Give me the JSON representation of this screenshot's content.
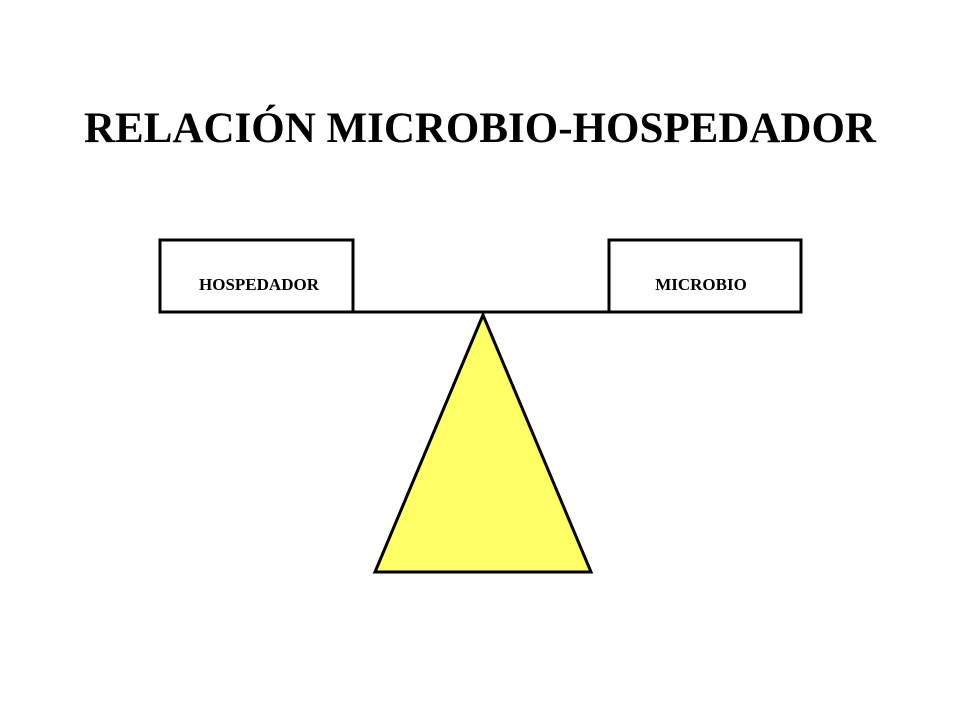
{
  "slide": {
    "title": "RELACIÓN MICROBIO-HOSPEDADOR"
  },
  "diagram": {
    "left_box": {
      "label": "HOSPEDADOR"
    },
    "right_box": {
      "label": "MICROBIO"
    },
    "fulcrum": {
      "fill_color": "#FFFF66",
      "stroke_color": "#000000"
    },
    "beam": {
      "stroke_color": "#000000"
    }
  }
}
